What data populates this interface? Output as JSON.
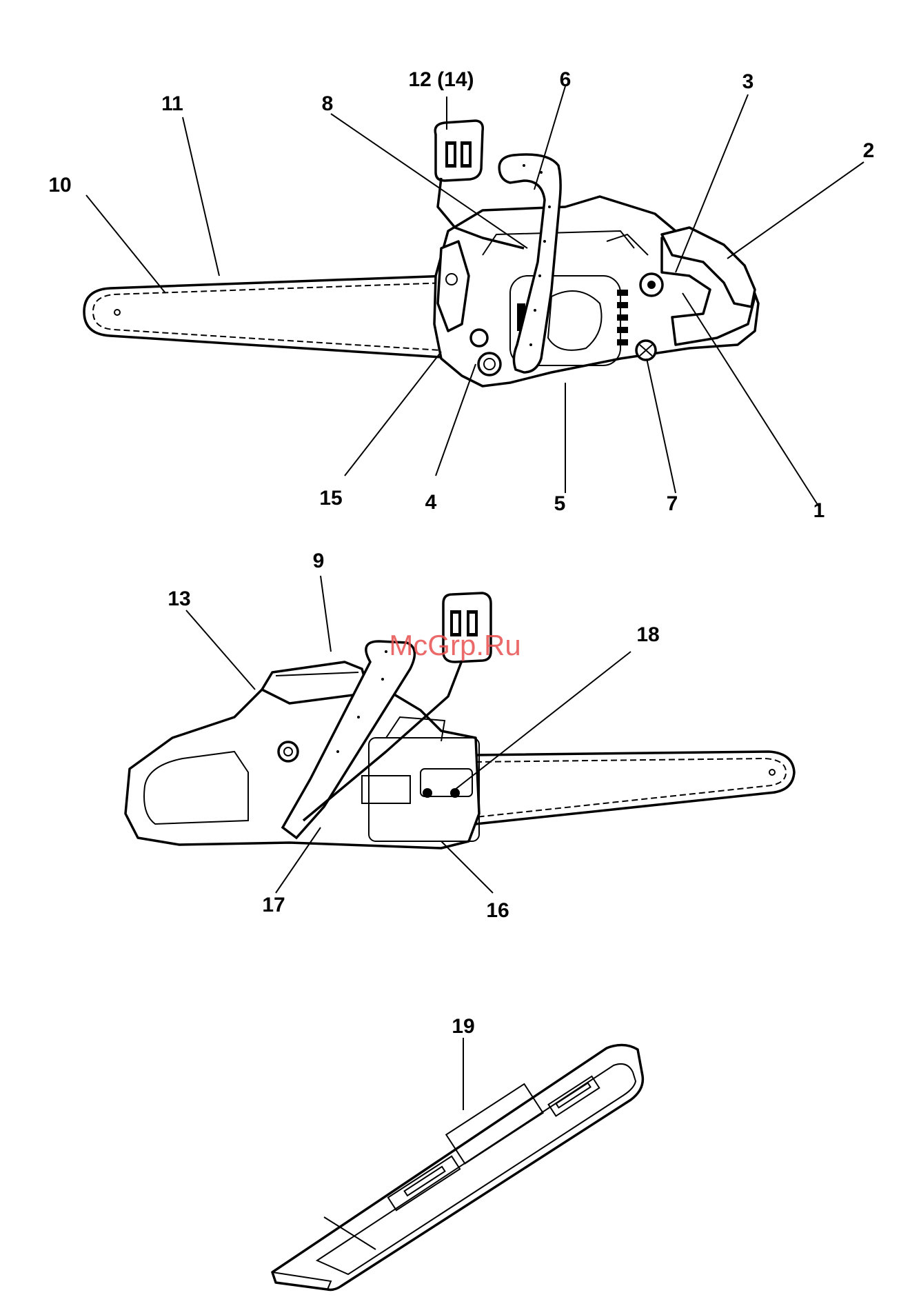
{
  "watermark": "McGrp.Ru",
  "callouts": {
    "c1": "1",
    "c2": "2",
    "c3": "3",
    "c4": "4",
    "c5": "5",
    "c6": "6",
    "c7": "7",
    "c8": "8",
    "c9": "9",
    "c10": "10",
    "c11": "11",
    "c12": "12 (14)",
    "c13": "13",
    "c15": "15",
    "c16": "16",
    "c17": "17",
    "c18": "18",
    "c19": "19"
  }
}
